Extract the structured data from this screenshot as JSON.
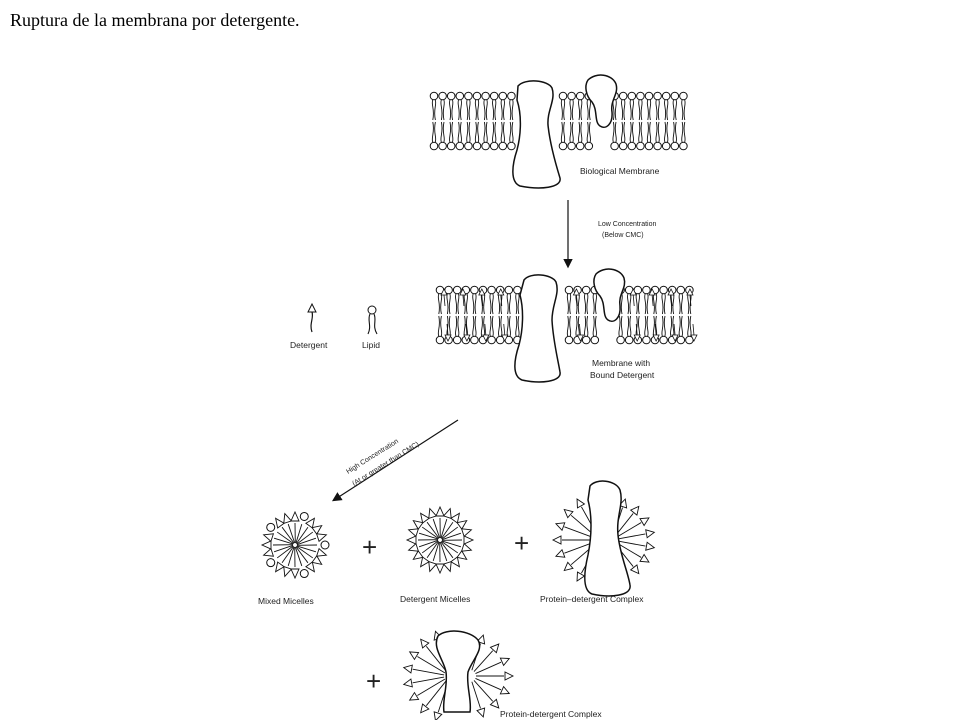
{
  "title": "Ruptura de la  membrana por detergente.",
  "labels": {
    "biological_membrane": "Biological Membrane",
    "low_conc_line1": "Low Concentration",
    "low_conc_line2": "(Below CMC)",
    "detergent": "Detergent",
    "lipid": "Lipid",
    "bound_line1": "Membrane with",
    "bound_line2": "Bound Detergent",
    "high_conc_line1": "High Concentration",
    "high_conc_line2": "(At or greater than CMC)",
    "mixed_micelles": "Mixed Micelles",
    "detergent_micelles": "Detergent Micelles",
    "protein_complex_1": "Protein–detergent Complex",
    "protein_complex_2": "Protein-detergent Complex",
    "plus": "+"
  }
}
